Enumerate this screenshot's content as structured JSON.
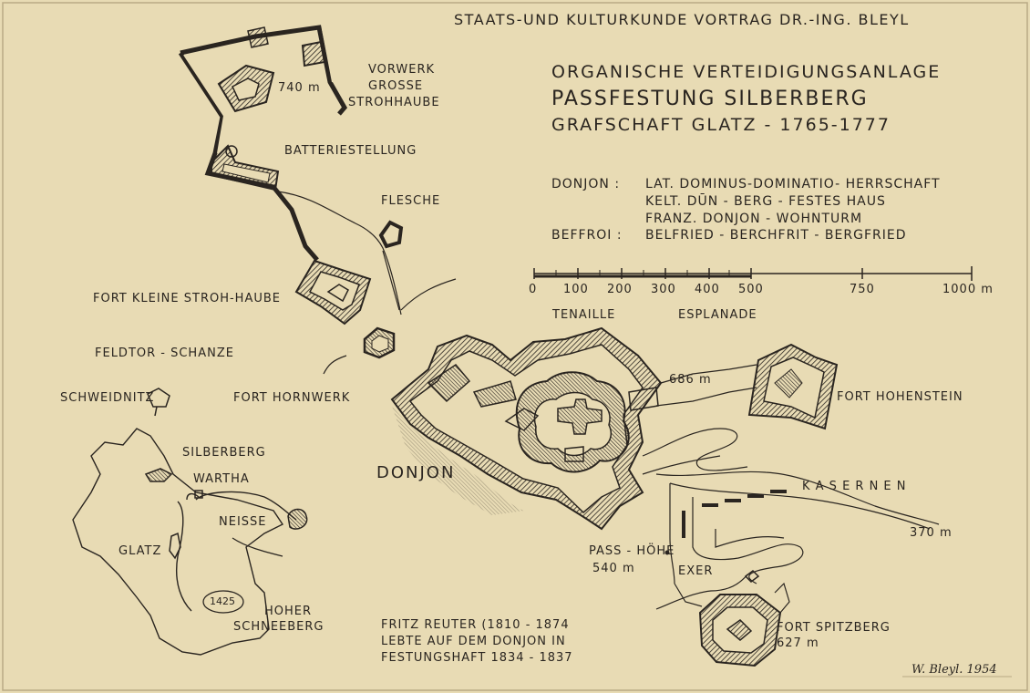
{
  "header": "STAATS-UND KULTURKUNDE  VORTRAG DR.-ING. BLEYL",
  "title": {
    "line1": "ORGANISCHE VERTEIDIGUNGSANLAGE",
    "line2": "PASSFESTUNG SILBERBERG",
    "line3": "GRAFSCHAFT GLATZ - 1765-1777"
  },
  "definitions": {
    "donjon_term": "DONJON :",
    "donjon_1": "LAT. DOMINUS-DOMINATIO- HERRSCHAFT",
    "donjon_2": "KELT. DŪN - BERG - FESTES HAUS",
    "donjon_3": "FRANZ. DONJON - WOHNTURM",
    "beffroi_term": "BEFFROI :",
    "beffroi_1": "BELFRIED - BERCHFRIT - BERGFRIED"
  },
  "scale": {
    "ticks": [
      "0",
      "100",
      "200",
      "300",
      "400",
      "500",
      "750",
      "1000 m"
    ]
  },
  "labels": {
    "vorwerk_1": "VORWERK",
    "vorwerk_2": "GROSSE",
    "vorwerk_3": "STROHHAUBE",
    "elev_740": "740 m",
    "batterie": "BATTERIESTELLUNG",
    "flesche": "FLESCHE",
    "fort_kleine": "FORT KLEINE STROH-HAUBE",
    "feldtor": "FELDTOR - SCHANZE",
    "schweidnitz": "SCHWEIDNITZ",
    "fort_hornwerk": "FORT HORNWERK",
    "tenaille": "TENAILLE",
    "esplanade": "ESPLANADE",
    "elev_686": "686 m",
    "fort_hohenstein": "FORT HOHENSTEIN",
    "donjon": "DONJON",
    "kasernen": "K A S E R N E N",
    "elev_370": "370 m",
    "pass_hoehe": "PASS - HÖHE",
    "elev_540": "540 m",
    "exer": "EXER",
    "fort_spitzberg": "FORT SPITZBERG",
    "elev_627": "627 m"
  },
  "inset": {
    "silberberg": "SILBERBERG",
    "wartha": "WARTHA",
    "neisse": "NEISSE",
    "glatz": "GLATZ",
    "peak": "1425",
    "hoher": "HOHER",
    "schneeberg": "SCHNEEBERG"
  },
  "note": {
    "line1": "FRITZ REUTER (1810 - 1874",
    "line2": "LEBTE AUF DEM DONJON IN",
    "line3": "FESTUNGSHAFT 1834 - 1837"
  },
  "signature": "W. Bleyl. 1954",
  "colors": {
    "paper": "#e8dbb4",
    "ink": "#2a2520"
  }
}
